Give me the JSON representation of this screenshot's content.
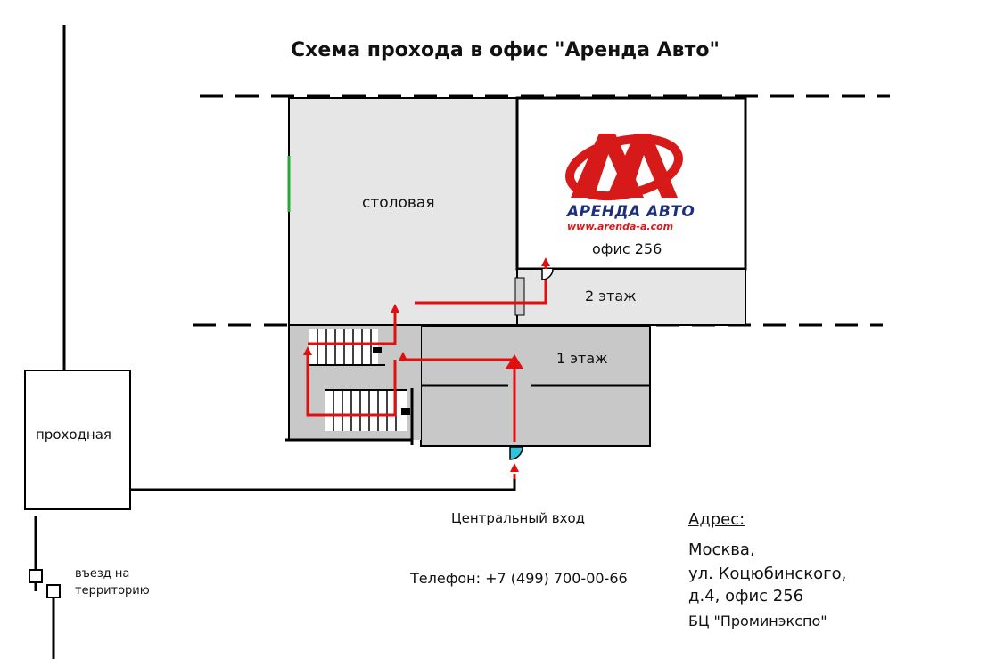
{
  "title": "Схема прохода в офис \"Аренда Авто\"",
  "rooms": {
    "canteen": "столовая",
    "office": "офис 256",
    "floor2": "2 этаж",
    "floor1": "1 этаж",
    "checkpoint": "проходная"
  },
  "logo": {
    "name": "АРЕНДА АВТО",
    "website": "www.arenda-a.com",
    "colors": {
      "red": "#d61a1a",
      "blue": "#1d2f7a"
    }
  },
  "entrance": {
    "line1": "въезд на",
    "line2": "территорию"
  },
  "main_entrance": "Центральный вход",
  "phone": "Телефон: +7 (499) 700-00-66",
  "address": {
    "heading": "Адрес:",
    "line1": "Москва,",
    "line2": "ул. Коцюбинского,",
    "line3": "д.4, офис 256",
    "line4": "БЦ \"Проминэкспо\""
  },
  "colors": {
    "route": "#e01010",
    "door": "#29c6e0",
    "wall": "#000000",
    "floor2_fill": "#e6e6e6",
    "floor1_fill": "#c8c8c8"
  }
}
